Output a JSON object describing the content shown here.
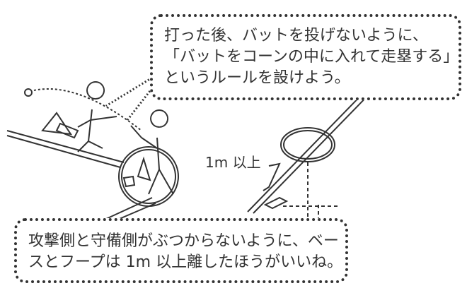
{
  "top_bubble": {
    "lines": [
      "打った後、バットを投げないように、",
      "「バットをコーンの中に入れて走塁する」",
      "というルールを設けよう。"
    ]
  },
  "bottom_bubble": {
    "lines": [
      "攻撃側と守備側がぶつからないように、ベー",
      "スとフープは 1m 以上離したほうがいいね。"
    ]
  },
  "distance_label": "1m 以上"
}
